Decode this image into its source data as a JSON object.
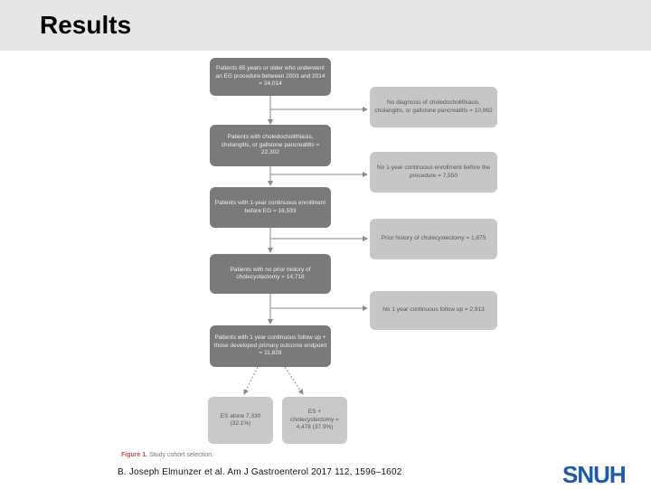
{
  "slide": {
    "title": "Results"
  },
  "flowchart": {
    "main_boxes": [
      "Patients 65 years or older who underwent an EG procedure between 2003 and 2014 = 34,014",
      "Patients with choledocholithiasis, cholangitis, or gallstone pancreatitis = 22,302",
      "Patients with 1-year continuous enrollment before EG = 16,593",
      "Patients with no prior history of cholecystectomy = 14,718",
      "Patients with 1 year continuous follow up + those developed primary outcome endpoint = 11,828"
    ],
    "exclusion_boxes": [
      "No diagnosis of choledocholithiasis, cholangitis, or gallstone pancreatitis = 10,962",
      "No 1-year continuous enrollment before the procedure = 7,550",
      "Prior history of cholecystectomy = 1,875",
      "No 1 year continuous follow up = 2,913"
    ],
    "outcome_boxes": [
      "ES alone 7,330 (32.1%)",
      "ES + cholecystectomy = 4,478 (37.9%)"
    ]
  },
  "figure_caption": {
    "label": "Figure 1.",
    "text": "Study cohort selection."
  },
  "citation": {
    "text": "B. Joseph Elmunzer et al. Am J Gastroenterol 2017 112, 1596–1602"
  },
  "logo": {
    "text": "SNUH",
    "color": "#1f5aa6"
  },
  "colors": {
    "main_box": "#7a7a7a",
    "side_box": "#c6c6c6",
    "arrow": "#8a8a8a",
    "header_bg": "#e6e6e6"
  }
}
